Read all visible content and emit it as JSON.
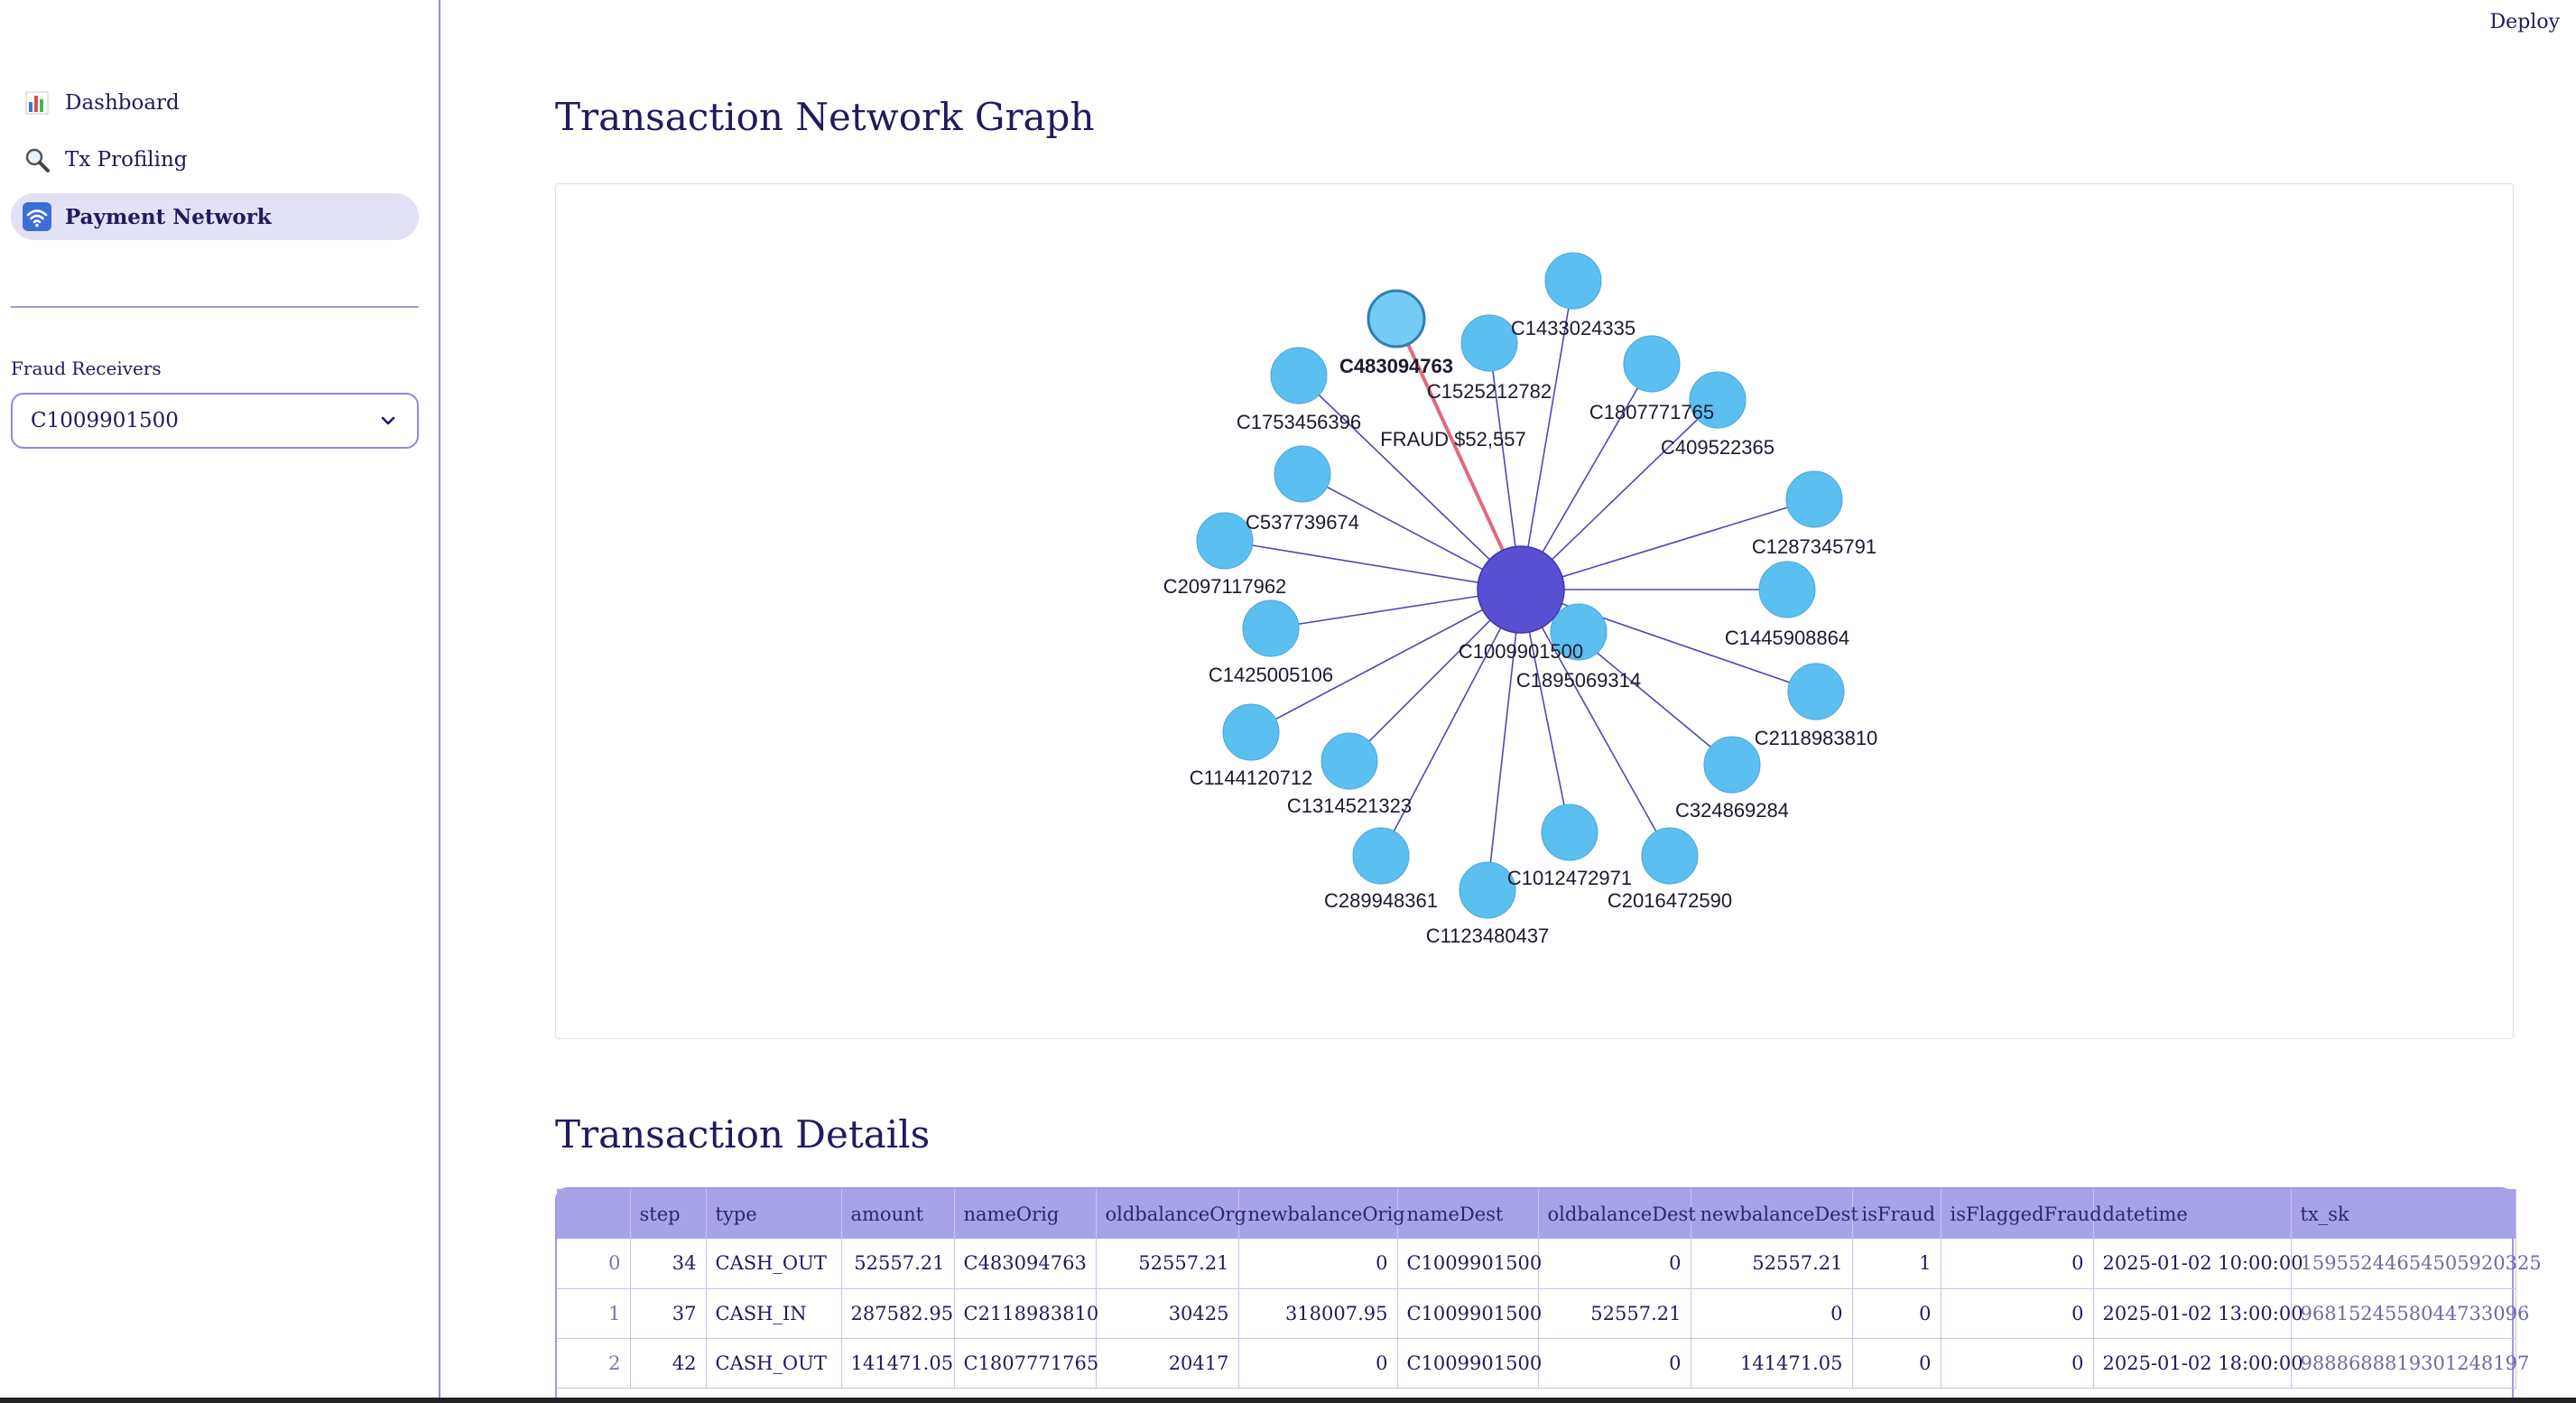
{
  "app": {
    "deploy_label": "Deploy"
  },
  "sidebar": {
    "items": [
      {
        "label": "Dashboard",
        "icon": "bar-chart-icon",
        "active": false
      },
      {
        "label": "Tx Profiling",
        "icon": "magnifier-icon",
        "active": false
      },
      {
        "label": "Payment Network",
        "icon": "wifi-icon",
        "active": true
      }
    ],
    "filter_label": "Fraud Receivers",
    "filter_value": "C1009901500"
  },
  "graph": {
    "title": "Transaction Network Graph",
    "center": "C1009901500",
    "edge_label": "FRAUD $52,557",
    "fraud_node": "C483094763",
    "nodes": [
      "C483094763",
      "C1433024335",
      "C1525212782",
      "C1807771765",
      "C409522365",
      "C1753456396",
      "C537739674",
      "C2097117962",
      "C1287345791",
      "C1445908864",
      "C1425005106",
      "C1895069314",
      "C2118983810",
      "C1144120712",
      "C1314521323",
      "C324869284",
      "C289948361",
      "C1012472971",
      "C2016472590",
      "C1123480437"
    ],
    "colors": {
      "center": "#5a4fd1",
      "node": "#5bbff0",
      "fraud_node": "#74ccf4",
      "edge": "#4e48b8",
      "fraud_edge": "#e06a7e"
    }
  },
  "details": {
    "title": "Transaction Details",
    "columns": [
      "",
      "step",
      "type",
      "amount",
      "nameOrig",
      "oldbalanceOrg",
      "newbalanceOrig",
      "nameDest",
      "oldbalanceDest",
      "newbalanceDest",
      "isFraud",
      "isFlaggedFraud",
      "datetime",
      "tx_sk"
    ],
    "rows": [
      [
        "0",
        "34",
        "CASH_OUT",
        "52557.21",
        "C483094763",
        "52557.21",
        "0",
        "C1009901500",
        "0",
        "52557.21",
        "1",
        "0",
        "2025-01-02 10:00:00",
        "1595524465450592032​5"
      ],
      [
        "1",
        "37",
        "CASH_IN",
        "287582.95",
        "C2118983810",
        "30425",
        "318007.95",
        "C1009901500",
        "52557.21",
        "0",
        "0",
        "0",
        "2025-01-02 13:00:00",
        "9681524558044733096"
      ],
      [
        "2",
        "42",
        "CASH_OUT",
        "141471.05",
        "C1807771765",
        "20417",
        "0",
        "C1009901500",
        "0",
        "141471.05",
        "0",
        "0",
        "2025-01-02 18:00:00",
        "9888688819301248197"
      ]
    ]
  }
}
